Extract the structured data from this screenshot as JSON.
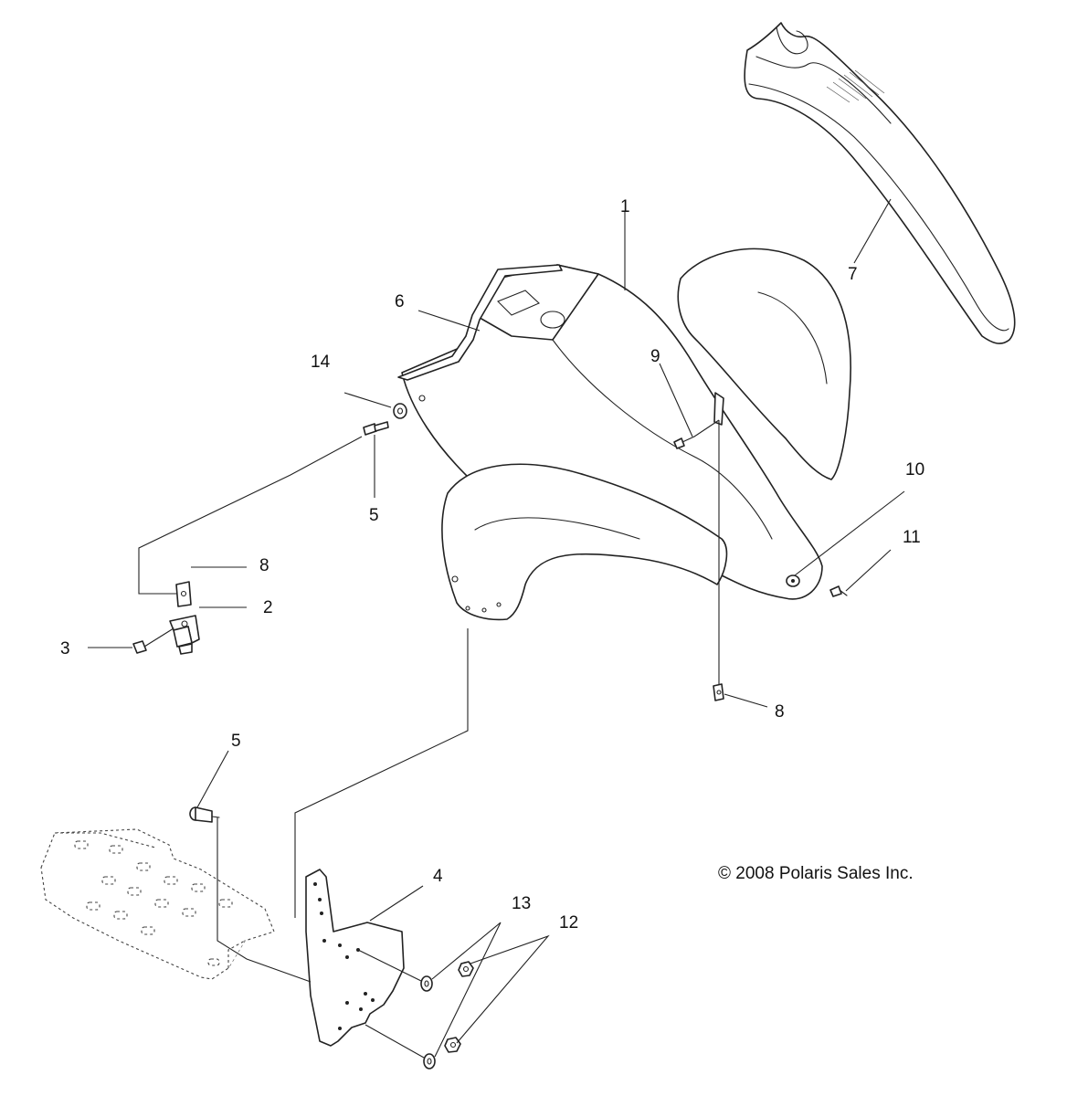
{
  "diagram": {
    "copyright": "© 2008 Polaris Sales Inc.",
    "callouts": {
      "c1": "1",
      "c2": "2",
      "c3": "3",
      "c4": "4",
      "c5a": "5",
      "c5b": "5",
      "c6": "6",
      "c7": "7",
      "c8a": "8",
      "c8b": "8",
      "c9": "9",
      "c10": "10",
      "c11": "11",
      "c12": "12",
      "c13": "13",
      "c14": "14"
    }
  }
}
